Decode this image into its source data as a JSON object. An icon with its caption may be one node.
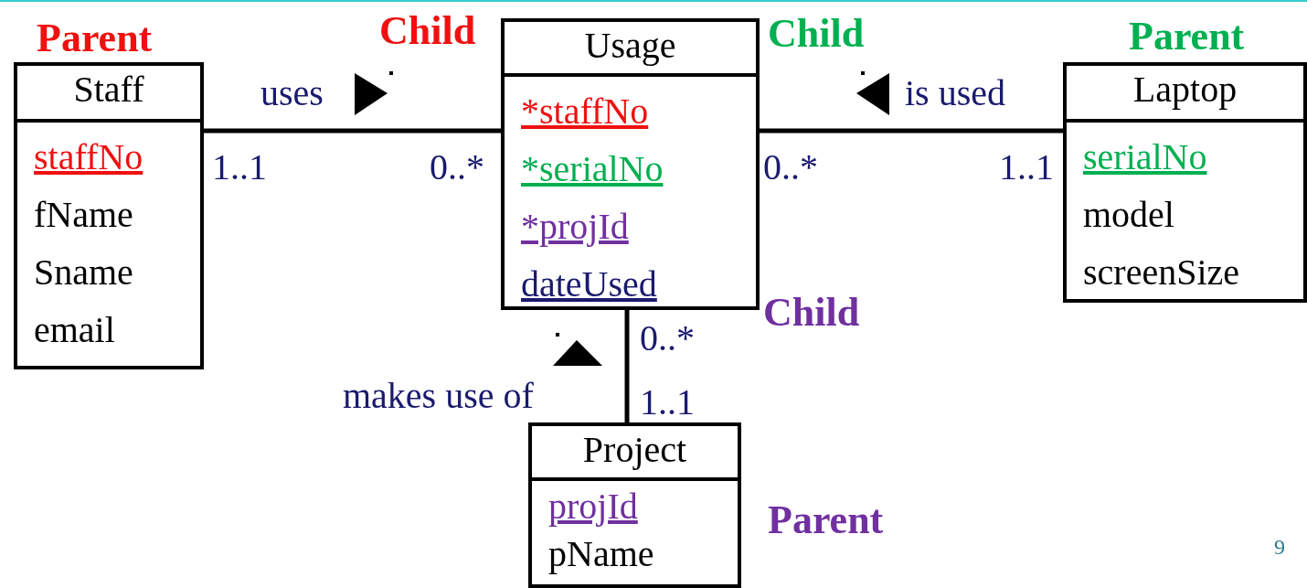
{
  "diagram": {
    "nodes": [
      {
        "text": [
          "Staff",
          "staffNo",
          "fName",
          "Sname",
          "email"
        ],
        "beside": [
          "Parent"
        ]
      },
      {
        "text": [
          "Usage",
          "*staffNo",
          "*serialNo",
          "*projId",
          "dateUsed"
        ],
        "beside": [
          "Child",
          "Child",
          "Child"
        ]
      },
      {
        "text": [
          "Laptop",
          "serialNo",
          "model",
          "screenSize"
        ],
        "beside": [
          "Parent"
        ]
      },
      {
        "text": [
          "Project",
          "projId",
          "pName"
        ],
        "beside": [
          "Parent"
        ]
      }
    ],
    "edges": [
      {
        "from": 0,
        "to": 1,
        "arrow": "none",
        "label": "uses"
      },
      {
        "from": 2,
        "to": 1,
        "arrow": "none",
        "label": "is used"
      },
      {
        "from": 3,
        "to": 1,
        "arrow": "none",
        "label": "makes use of"
      }
    ],
    "labels": [
      "1..1",
      "0..*",
      "0..*",
      "1..1",
      "0..*",
      "1..1",
      "9"
    ]
  }
}
